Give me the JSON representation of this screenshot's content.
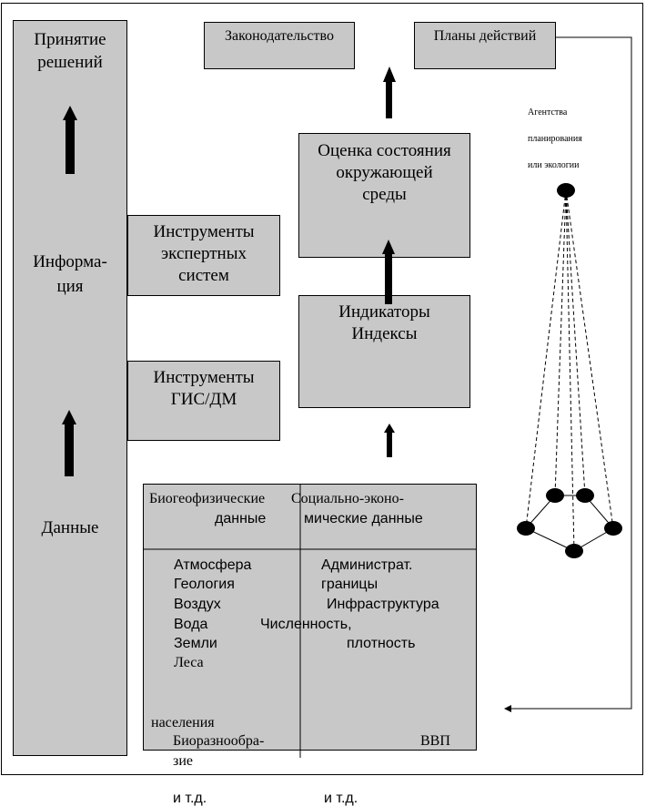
{
  "left_column": {
    "top_label_1": "Принятие",
    "top_label_2": "решений",
    "middle_label_1": "Информа-",
    "middle_label_2": "ция",
    "bottom_label": "Данные"
  },
  "expert_tools": {
    "line1": "Инструменты",
    "line2": "экспертных",
    "line3": "систем"
  },
  "gis_tools": {
    "line1": "Инструменты",
    "line2": "ГИС/ДМ"
  },
  "legislation": "Законодательство",
  "action_plans": "Планы действий",
  "assessment": {
    "line1": "Оценка состояния",
    "line2": "окружающей",
    "line3": "среды"
  },
  "indicators": {
    "line1": "Индикаторы",
    "line2": "Индексы"
  },
  "agencies": {
    "line1": "Агентства",
    "line2": "планирования",
    "line3": "или экологии"
  },
  "data_table": {
    "bio_header_1": "Биогеофизические",
    "bio_header_2": "данные",
    "soc_header_1": "Социально-эконо-",
    "soc_header_2": "мические данные",
    "bio_items": [
      "Атмосфера",
      "Геология",
      "Воздух",
      "Вода",
      "Земли",
      "Леса"
    ],
    "soc_admin_1": "Администрат.",
    "soc_admin_2": "границы",
    "soc_infra": "Инфраструктура",
    "soc_pop_1": "Численность,",
    "soc_pop_2": "плотность",
    "soc_pop_3": "населения",
    "bio_div_1": "Биоразнообра-",
    "bio_div_2": "зие",
    "soc_gdp": "ВВП"
  },
  "footer": {
    "etc_left": "и т.д.",
    "etc_right": "и т.д."
  }
}
